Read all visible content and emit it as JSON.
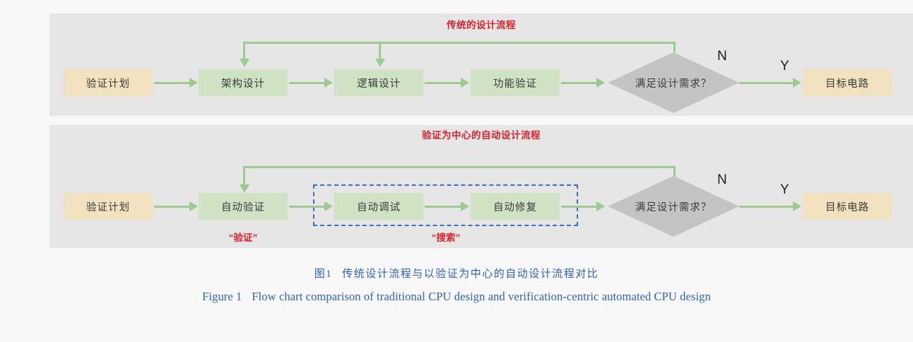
{
  "figure": {
    "caption_cn_label": "图1",
    "caption_cn_text": "传统设计流程与以验证为中心的自动设计流程对比",
    "caption_en_label": "Figure 1",
    "caption_en_text": "Flow chart comparison of traditional CPU design and verification-centric automated CPU design",
    "caption_color": "#2f62b5"
  },
  "colors": {
    "panel_bg": "#e6e6e6",
    "page_bg": "#f8f8f8",
    "node_start": "#f2e2c0",
    "node_process": "#cfe3c4",
    "node_decision": "#c4c4c4",
    "connector": "#9ccb8f",
    "title_red": "#d9232d",
    "dashed_blue": "#3b6ccc"
  },
  "panels": [
    {
      "id": "traditional",
      "title": "传统的设计流程",
      "nodes": [
        {
          "id": "plan",
          "label": "验证计划",
          "type": "start"
        },
        {
          "id": "arch",
          "label": "架构设计",
          "type": "process"
        },
        {
          "id": "logic",
          "label": "逻辑设计",
          "type": "process"
        },
        {
          "id": "funcverif",
          "label": "功能验证",
          "type": "process"
        },
        {
          "id": "decision",
          "label": "满足设计需求？",
          "type": "decision"
        },
        {
          "id": "target",
          "label": "目标电路",
          "type": "end"
        }
      ],
      "branches": {
        "no": "N",
        "yes": "Y"
      }
    },
    {
      "id": "automated",
      "title": "验证为中心的自动设计流程",
      "nodes": [
        {
          "id": "plan",
          "label": "验证计划",
          "type": "start"
        },
        {
          "id": "autoverif",
          "label": "自动验证",
          "type": "process"
        },
        {
          "id": "autodebug",
          "label": "自动调试",
          "type": "process"
        },
        {
          "id": "autofix",
          "label": "自动修复",
          "type": "process"
        },
        {
          "id": "decision",
          "label": "满足设计需求？",
          "type": "decision"
        },
        {
          "id": "target",
          "label": "目标电路",
          "type": "end"
        }
      ],
      "branches": {
        "no": "N",
        "yes": "Y"
      },
      "annotations": [
        {
          "id": "verification",
          "label": "“验证”"
        },
        {
          "id": "search",
          "label": "“搜索”"
        }
      ]
    }
  ]
}
